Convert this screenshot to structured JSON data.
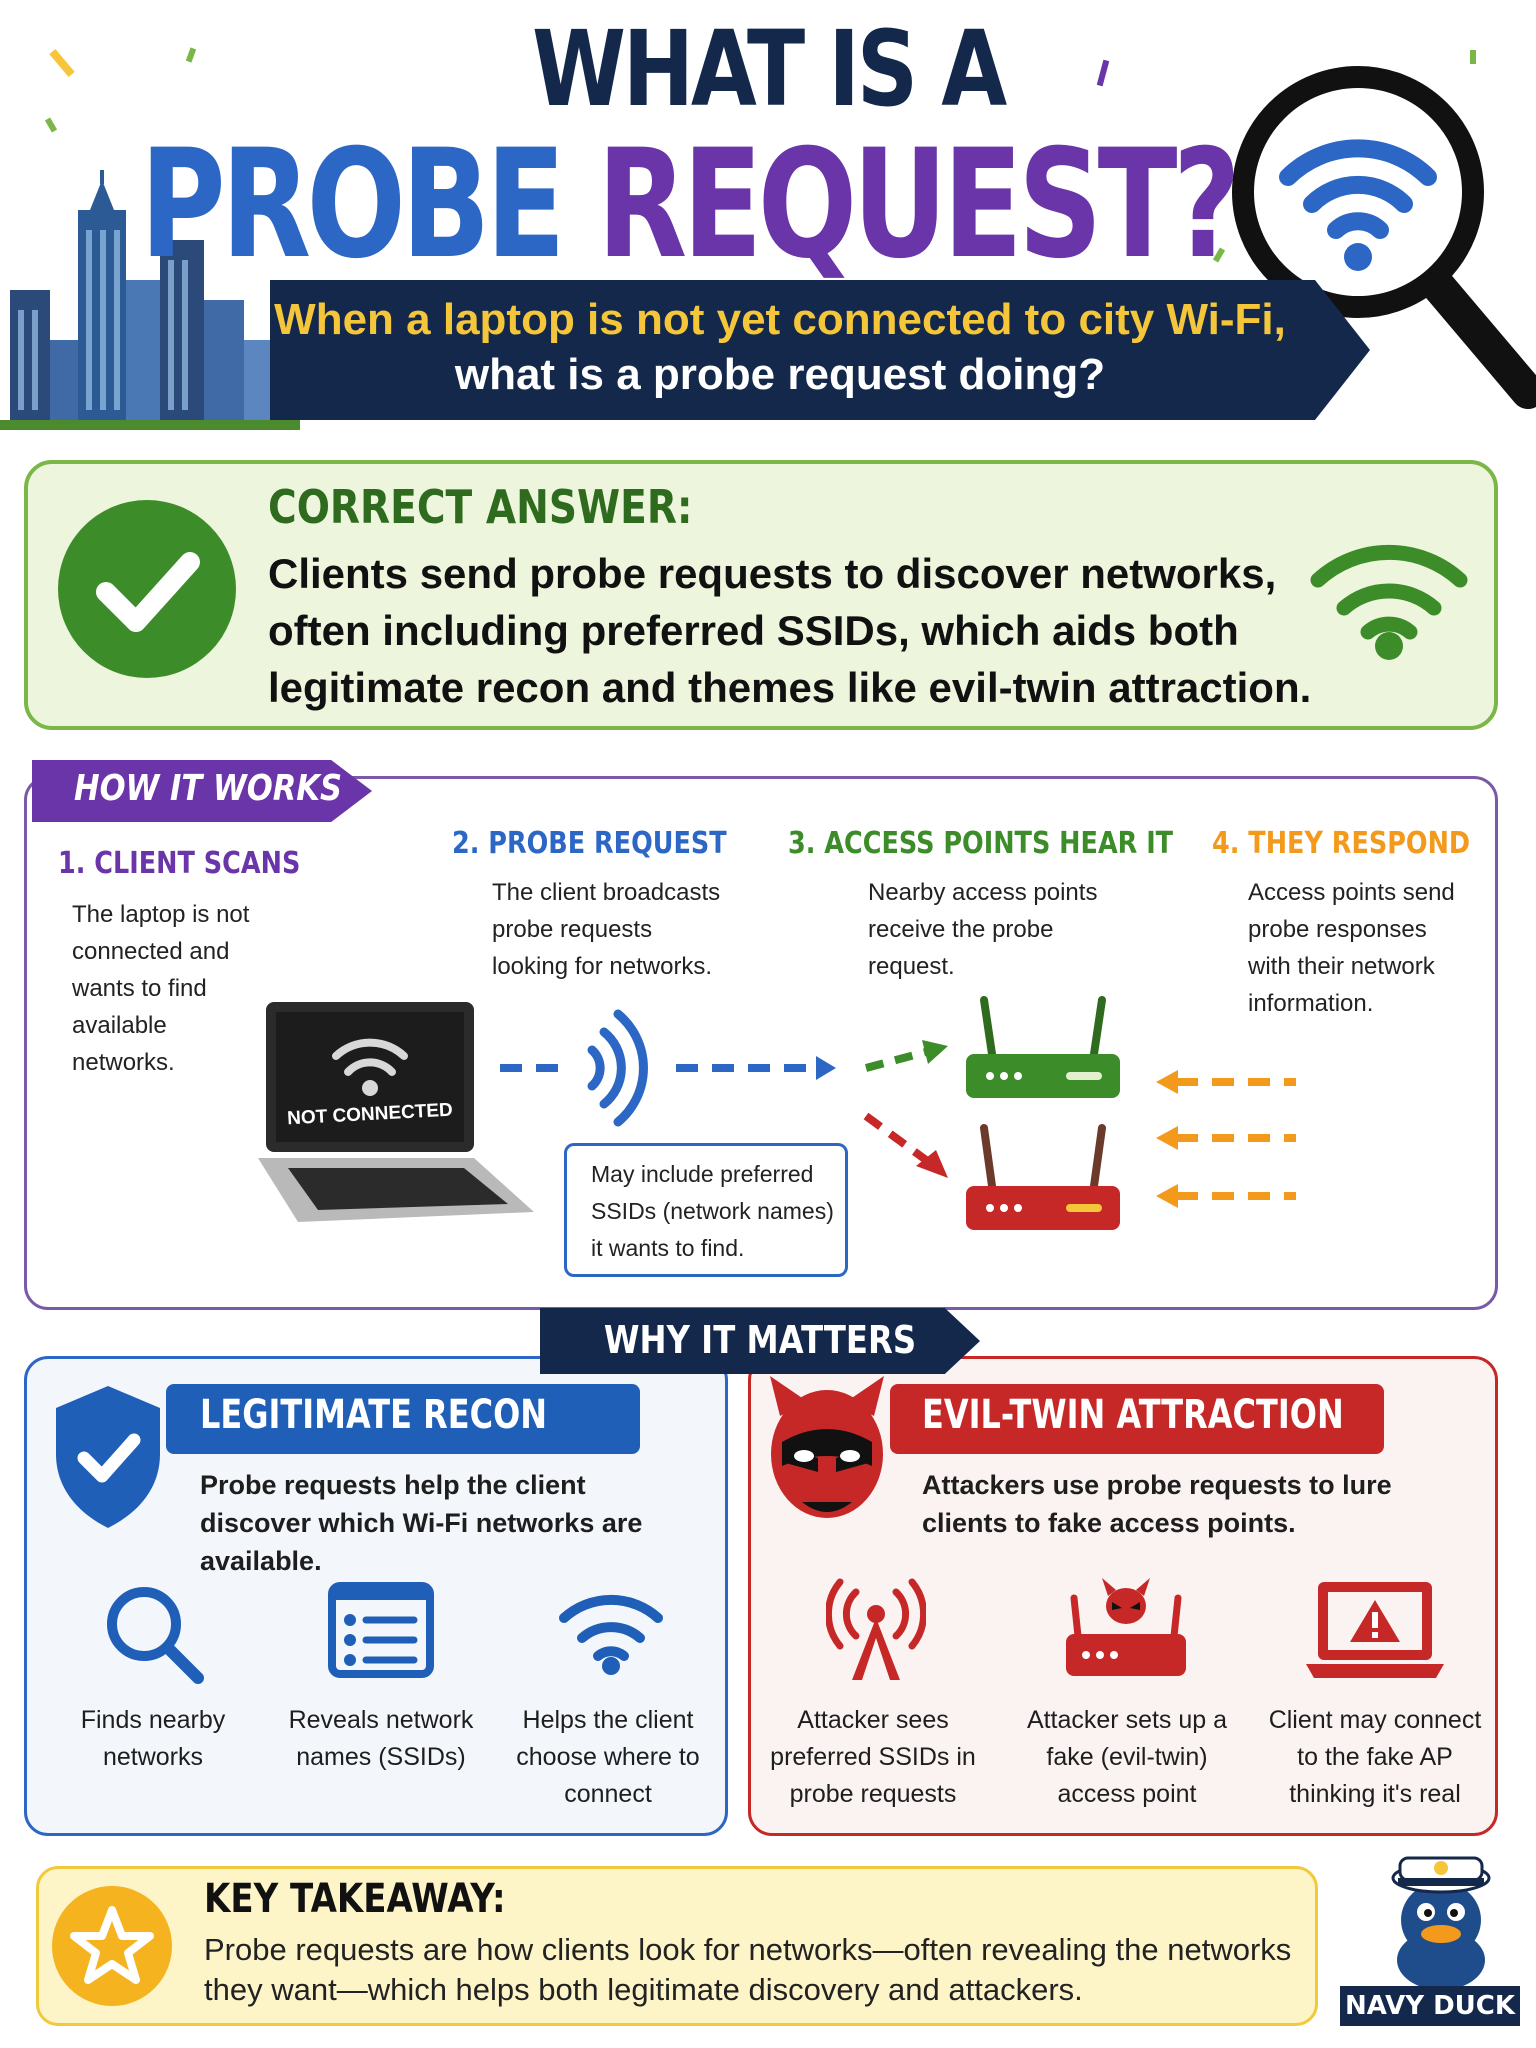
{
  "header": {
    "title_line1": "WHAT IS A",
    "title_probe": "PROBE",
    "title_request": "REQUEST?",
    "subtitle_line1": "When a laptop is not yet connected to city Wi-Fi,",
    "subtitle_line2": "what is a probe request doing?"
  },
  "answer": {
    "label": "CORRECT ANSWER:",
    "text": "Clients send probe requests to discover networks, often including preferred SSIDs, which aids both legitimate recon and themes like evil-twin attraction."
  },
  "how_it_works": {
    "label": "HOW IT WORKS",
    "steps": [
      {
        "title": "1. CLIENT SCANS",
        "text": "The laptop is not connected and wants to find available networks.",
        "color": "#6a35a8"
      },
      {
        "title": "2. PROBE REQUEST",
        "text": "The client broadcasts probe requests looking for networks.",
        "color": "#2c67c6"
      },
      {
        "title": "3. ACCESS POINTS HEAR IT",
        "text": "Nearby access points receive the probe request.",
        "color": "#3d8c2a"
      },
      {
        "title": "4. THEY RESPOND",
        "text": "Access points send probe responses with their network information.",
        "color": "#f39a1c"
      }
    ],
    "laptop_status": "NOT CONNECTED",
    "ssid_note": "May include preferred SSIDs (network names) it wants to find."
  },
  "why_it_matters": {
    "label": "WHY IT MATTERS",
    "legit": {
      "title": "LEGITIMATE RECON",
      "desc": "Probe requests help the client discover which Wi-Fi networks are available.",
      "items": [
        "Finds nearby networks",
        "Reveals network names (SSIDs)",
        "Helps the client choose where to connect"
      ]
    },
    "evil": {
      "title": "EVIL-TWIN ATTRACTION",
      "desc": "Attackers use probe requests to lure clients to fake access points.",
      "items": [
        "Attacker sees preferred SSIDs in probe requests",
        "Attacker sets up a fake (evil-twin) access point",
        "Client may connect to the fake AP thinking it's real"
      ]
    }
  },
  "takeaway": {
    "label": "KEY TAKEAWAY:",
    "text": "Probe requests are how clients look for networks—often revealing the networks they want—which helps both legitimate discovery and attackers."
  },
  "brand": "NAVY DUCK",
  "colors": {
    "navy": "#14284b",
    "blue": "#2c67c6",
    "purple": "#6a35a8",
    "green": "#3d8c2a",
    "orange": "#f39a1c",
    "red": "#c62828",
    "yellow": "#f5c63a"
  }
}
